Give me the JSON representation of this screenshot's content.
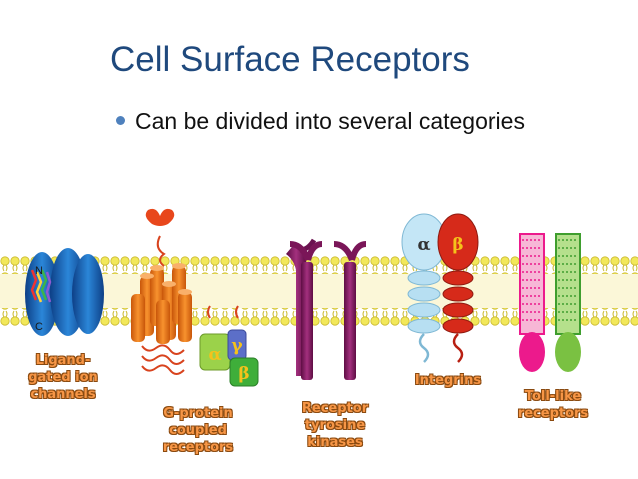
{
  "slide": {
    "title": "Cell Surface Receptors",
    "bullet": "Can be divided into several categories"
  },
  "receptors": {
    "ligand_gated": {
      "label_line1": "Ligand-",
      "label_line2": "gated ion",
      "label_line3": "channels",
      "terminal_n": "N",
      "terminal_c": "C"
    },
    "gpcr": {
      "label_line1": "G-protein",
      "label_line2": "coupled",
      "label_line3": "receptors",
      "alpha": "α",
      "gamma": "γ",
      "beta": "β"
    },
    "rtk": {
      "label_line1": "Receptor",
      "label_line2": "tyrosine",
      "label_line3": "kinases"
    },
    "integrins": {
      "label": "Integrins",
      "alpha": "α",
      "beta": "β"
    },
    "toll_like": {
      "label_line1": "Toll-like",
      "label_line2": "receptors"
    }
  },
  "colors": {
    "title": "#1f497d",
    "bullet": "#4f81bd",
    "label_fill": "#f79646",
    "membrane_head": "#f2e85a",
    "ion_channel": "#1f6fc4",
    "gpcr": "#f07b1e",
    "rtk": "#8b1a66",
    "integrin_alpha": "#b7dff2",
    "integrin_beta": "#d62a1a",
    "toll_pink": "#ec1a8c",
    "toll_green": "#7ac142"
  }
}
